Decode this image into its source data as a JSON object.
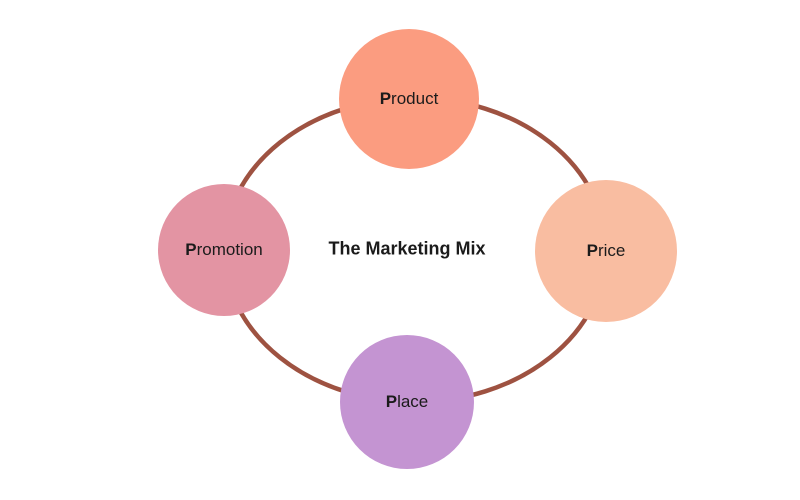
{
  "title": "The Marketing Mix",
  "colors": {
    "background": "#FFFFFF",
    "ring": "#9E5241",
    "text": "#1B1B1B"
  },
  "nodes": [
    {
      "id": "product",
      "label": "Product",
      "bold_prefix": "P",
      "rest": "roduct",
      "color": "#FB9C80",
      "position": "top"
    },
    {
      "id": "price",
      "label": "Price",
      "bold_prefix": "P",
      "rest": "rice",
      "color": "#F9BDA1",
      "position": "right"
    },
    {
      "id": "place",
      "label": "Place",
      "bold_prefix": "P",
      "rest": "lace",
      "color": "#C494D2",
      "position": "bottom"
    },
    {
      "id": "promotion",
      "label": "Promotion",
      "bold_prefix": "P",
      "rest": "romotion",
      "color": "#E394A3",
      "position": "left"
    }
  ]
}
